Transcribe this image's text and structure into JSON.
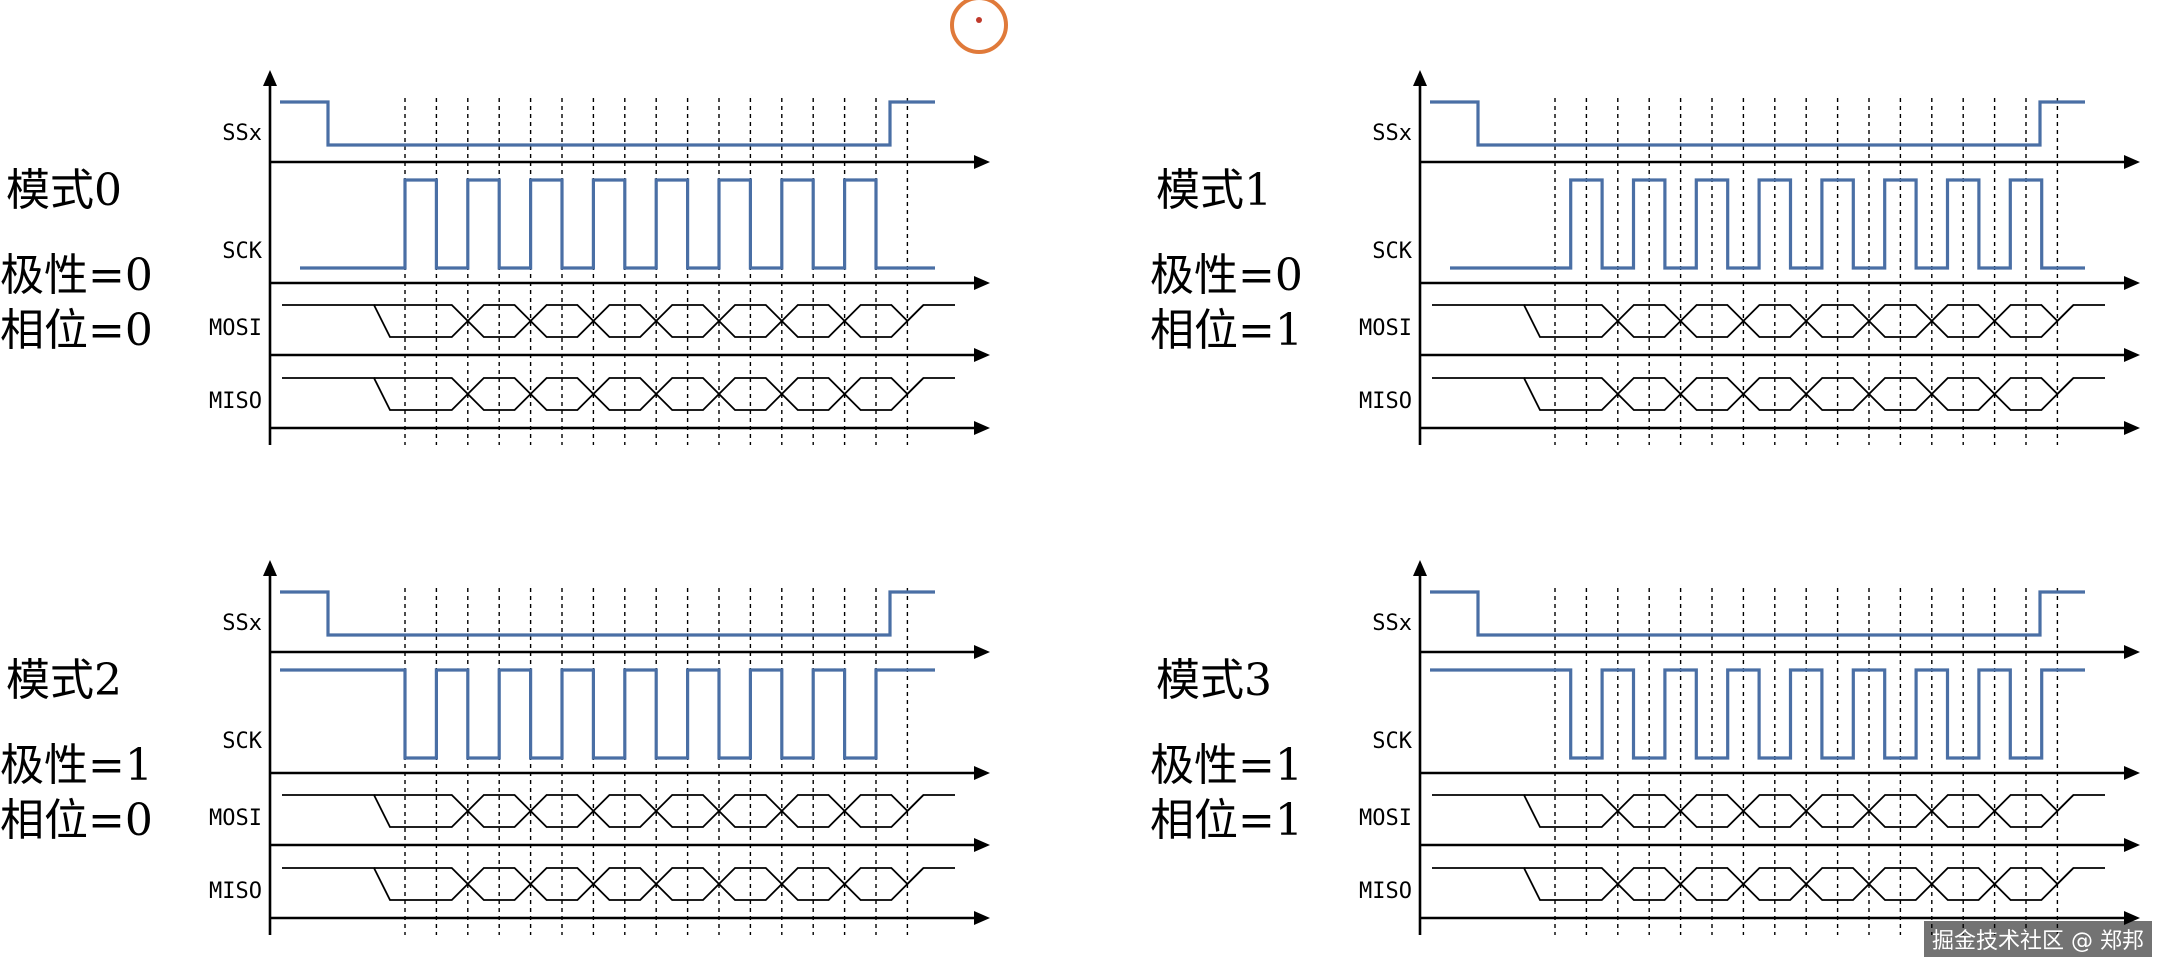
{
  "panels": [
    {
      "id": "mode0",
      "title": "模式0",
      "polarity": "极性=0",
      "phase": "相位=0",
      "cpol": 0,
      "cpha": 0
    },
    {
      "id": "mode1",
      "title": "模式1",
      "polarity": "极性=0",
      "phase": "相位=1",
      "cpol": 0,
      "cpha": 1
    },
    {
      "id": "mode2",
      "title": "模式2",
      "polarity": "极性=1",
      "phase": "相位=0",
      "cpol": 1,
      "cpha": 0
    },
    {
      "id": "mode3",
      "title": "模式3",
      "polarity": "极性=1",
      "phase": "相位=1",
      "cpol": 1,
      "cpha": 1
    }
  ],
  "signals": [
    "SSx",
    "SCK",
    "MOSI",
    "MISO"
  ],
  "clock_pulses": 8,
  "colors": {
    "wave": "#4a6fa5",
    "axis": "#000000",
    "cursor": "#e07a3a"
  },
  "watermark": "掘金技术社区 @ 郑邦",
  "icons": {
    "cursor": "record-cursor-icon"
  }
}
